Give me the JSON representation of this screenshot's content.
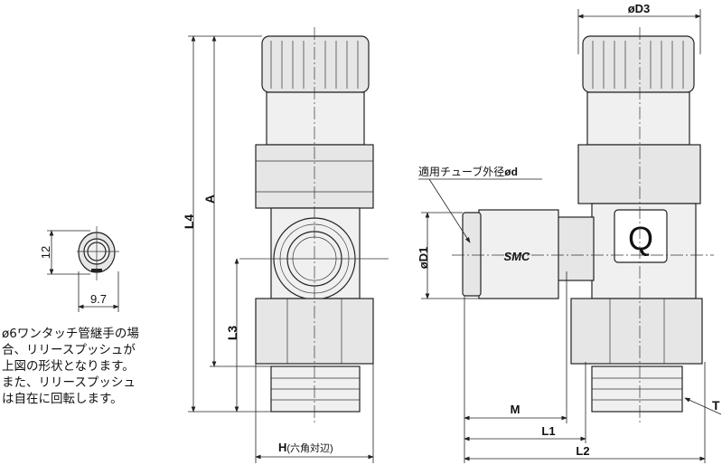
{
  "small_view": {
    "dim_height": "12",
    "dim_width": "9.7"
  },
  "note_lines": [
    "ø6ワンタッチ管継手の場",
    "合、リリースプッシュが",
    "上図の形状となります。",
    "また、リリースプッシュ",
    "は自在に回転します。"
  ],
  "front_view": {
    "L4": "L4",
    "A": "A",
    "L3": "L3",
    "H": "H",
    "H_note": "(六角対辺)"
  },
  "side_view": {
    "D3": "øD3",
    "tube_label": "適用チューブ外径",
    "tube_d": "ød",
    "D1": "øD1",
    "brand": "SMC",
    "badge": "Q",
    "M": "M",
    "L1": "L1",
    "L2": "L2",
    "T": "T"
  }
}
